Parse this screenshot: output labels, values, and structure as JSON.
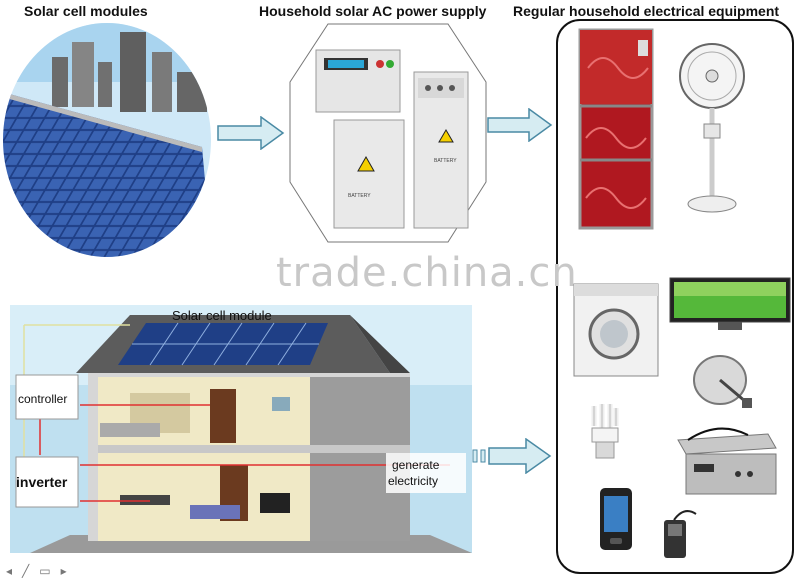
{
  "headers": {
    "solar_modules": "Solar cell modules",
    "ac_supply": "Household solar AC power supply",
    "equipment": "Regular household electrical equipment"
  },
  "watermark": "trade.china.cn",
  "house": {
    "module_label": "Solar cell module",
    "controller_label": "controller",
    "inverter_label": "inverter",
    "generate_label_1": "generate",
    "generate_label_2": "electricity"
  },
  "colors": {
    "panel_blue": "#1f3f86",
    "arrow_fill": "#d6ecf2",
    "arrow_stroke": "#4a8aa4",
    "cabinet": "#e6e6e6",
    "fridge_red": "#b01820",
    "sky": "#bfe0f0",
    "roof": "#5c5c5c",
    "wall_yellow": "#e8e0a8",
    "wire_red": "#e03030"
  },
  "icons": {
    "slide_nav": [
      "prev-icon",
      "pen-icon",
      "menu-icon",
      "next-icon"
    ],
    "slide_nav_glyphs": [
      "◂",
      "╱",
      "▭",
      "▸"
    ]
  }
}
